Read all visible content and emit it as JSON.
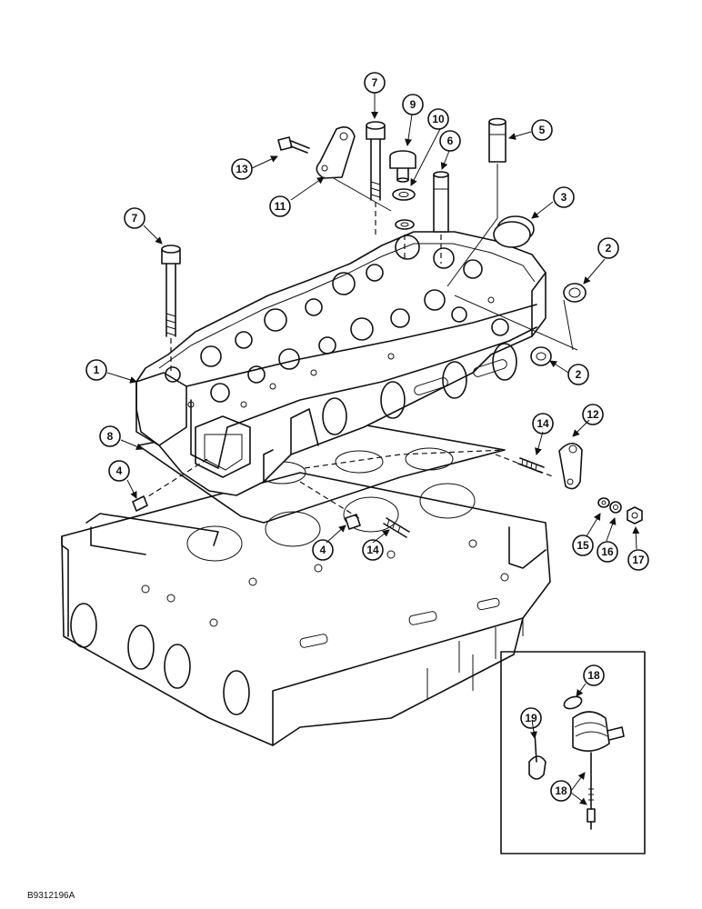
{
  "figure_code": "B9312196A",
  "callouts": {
    "c1": "1",
    "c2a": "2",
    "c2b": "2",
    "c3": "3",
    "c4a": "4",
    "c4b": "4",
    "c5": "5",
    "c6": "6",
    "c7a": "7",
    "c7b": "7",
    "c8": "8",
    "c9": "9",
    "c10": "10",
    "c11": "11",
    "c12": "12",
    "c13": "13",
    "c14a": "14",
    "c14b": "14",
    "c15": "15",
    "c16": "16",
    "c17": "17",
    "c18a": "18",
    "c18b": "18",
    "c19": "19"
  }
}
